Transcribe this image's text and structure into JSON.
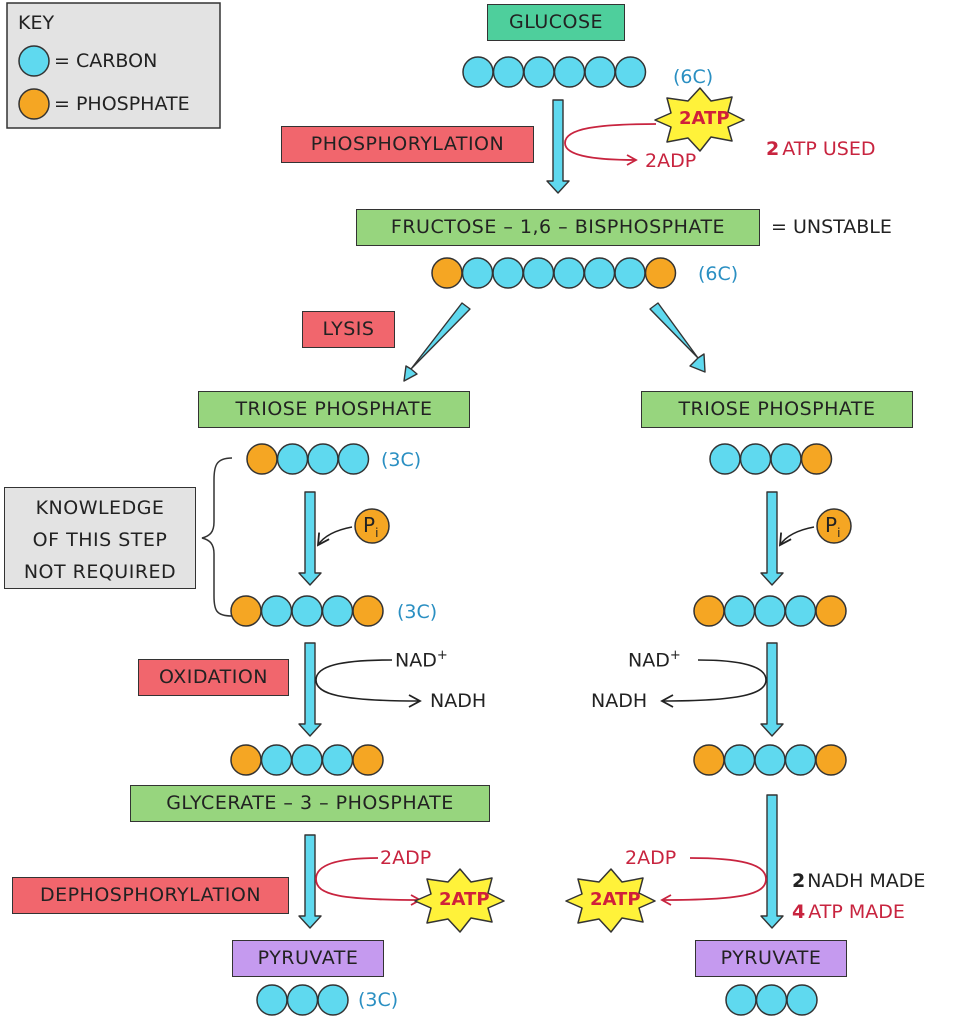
{
  "key": {
    "title": "KEY",
    "carbon_label": "= CARBON",
    "phosphate_label": "= PHOSPHATE",
    "carbon_color": "#5fd9ef",
    "phosphate_color": "#f5a623"
  },
  "boxes": {
    "glucose": "GLUCOSE",
    "phosphorylation": "PHOSPHORYLATION",
    "fructose": "FRUCTOSE – 1,6 – BISPHOSPHATE",
    "lysis": "LYSIS",
    "triose_left": "TRIOSE  PHOSPHATE",
    "triose_right": "TRIOSE  PHOSPHATE",
    "knowledge_l1": "KNOWLEDGE",
    "knowledge_l2": "OF  THIS  STEP",
    "knowledge_l3": "NOT  REQUIRED",
    "oxidation": "OXIDATION",
    "glycerate": "GLYCERATE – 3 – PHOSPHATE",
    "dephosphorylation": "DEPHOSPHORYLATION",
    "pyruvate_left": "PYRUVATE",
    "pyruvate_right": "PYRUVATE"
  },
  "labels": {
    "glucose_carbons": "(6C)",
    "fructose_carbons": "(6C)",
    "triose_carbons": "(3C)",
    "triose_bis_carbons": "(3C)",
    "pyruvate_carbons": "(3C)",
    "unstable": "= UNSTABLE",
    "atp_in": "2ATP",
    "adp_out": "2ADP",
    "atp_used_num": "2",
    "atp_used_text": "ATP  USED",
    "pi": "P",
    "pi_sub": "i",
    "nad": "NAD",
    "nad_sup": "+",
    "nadh": "NADH",
    "adp_in_left": "2ADP",
    "atp_out_left": "2ATP",
    "adp_in_right": "2ADP",
    "atp_out_right": "2ATP",
    "nadh_made_num": "2",
    "nadh_made_text": "NADH  MADE",
    "atp_made_num": "4",
    "atp_made_text": "ATP  MADE"
  },
  "chains": {
    "glucose": [
      "C",
      "C",
      "C",
      "C",
      "C",
      "C"
    ],
    "fructose": [
      "P",
      "C",
      "C",
      "C",
      "C",
      "C",
      "C",
      "P"
    ],
    "triose_left": [
      "P",
      "C",
      "C",
      "C"
    ],
    "triose_right": [
      "C",
      "C",
      "C",
      "P"
    ],
    "bis_left": [
      "P",
      "C",
      "C",
      "C",
      "P"
    ],
    "bis_right": [
      "P",
      "C",
      "C",
      "C",
      "P"
    ],
    "glycerate_left": [
      "P",
      "C",
      "C",
      "C",
      "P"
    ],
    "glycerate_right": [
      "P",
      "C",
      "C",
      "C",
      "P"
    ],
    "pyruvate_left": [
      "C",
      "C",
      "C"
    ],
    "pyruvate_right": [
      "C",
      "C",
      "C"
    ]
  },
  "colors": {
    "arrow_fill": "#5fd9ef",
    "red_arrow": "#c8243f",
    "burst_fill": "#fff23a"
  }
}
